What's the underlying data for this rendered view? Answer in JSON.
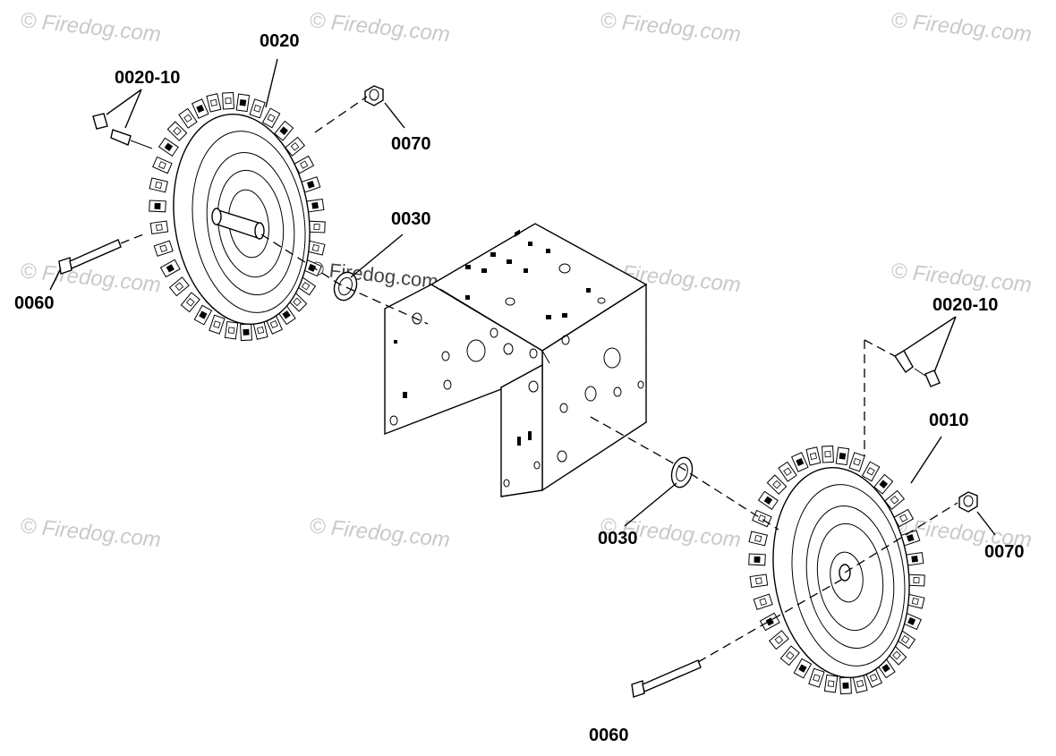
{
  "watermark": {
    "text": "© Firedog.com",
    "center_text": "© Firedog.com"
  },
  "callouts": {
    "left_wheel": "0020",
    "left_valve": "0020-10",
    "left_nut": "0070",
    "left_spacer": "0030",
    "left_bolt": "0060",
    "right_valve": "0020-10",
    "right_wheel": "0010",
    "right_spacer": "0030",
    "right_nut": "0070",
    "bottom_partial": "0060"
  }
}
